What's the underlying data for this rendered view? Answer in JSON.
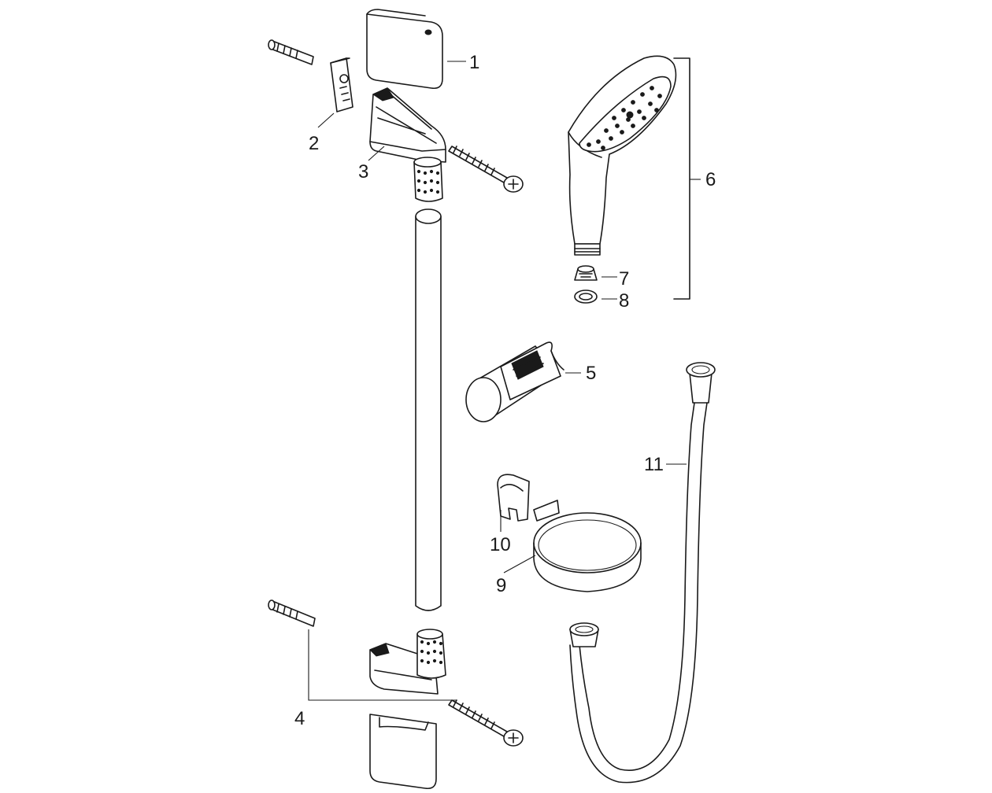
{
  "parts": [
    {
      "key": "wall-cover-top",
      "label": "1"
    },
    {
      "key": "wall-plate",
      "label": "2"
    },
    {
      "key": "upper-bracket",
      "label": "3"
    },
    {
      "key": "lower-bracket-set",
      "label": "4"
    },
    {
      "key": "slider",
      "label": "5"
    },
    {
      "key": "hand-shower",
      "label": "6"
    },
    {
      "key": "filter-sieve",
      "label": "7"
    },
    {
      "key": "seal-ring",
      "label": "8"
    },
    {
      "key": "shelf-ring",
      "label": "9"
    },
    {
      "key": "clip",
      "label": "10"
    },
    {
      "key": "shower-hose",
      "label": "11"
    }
  ]
}
